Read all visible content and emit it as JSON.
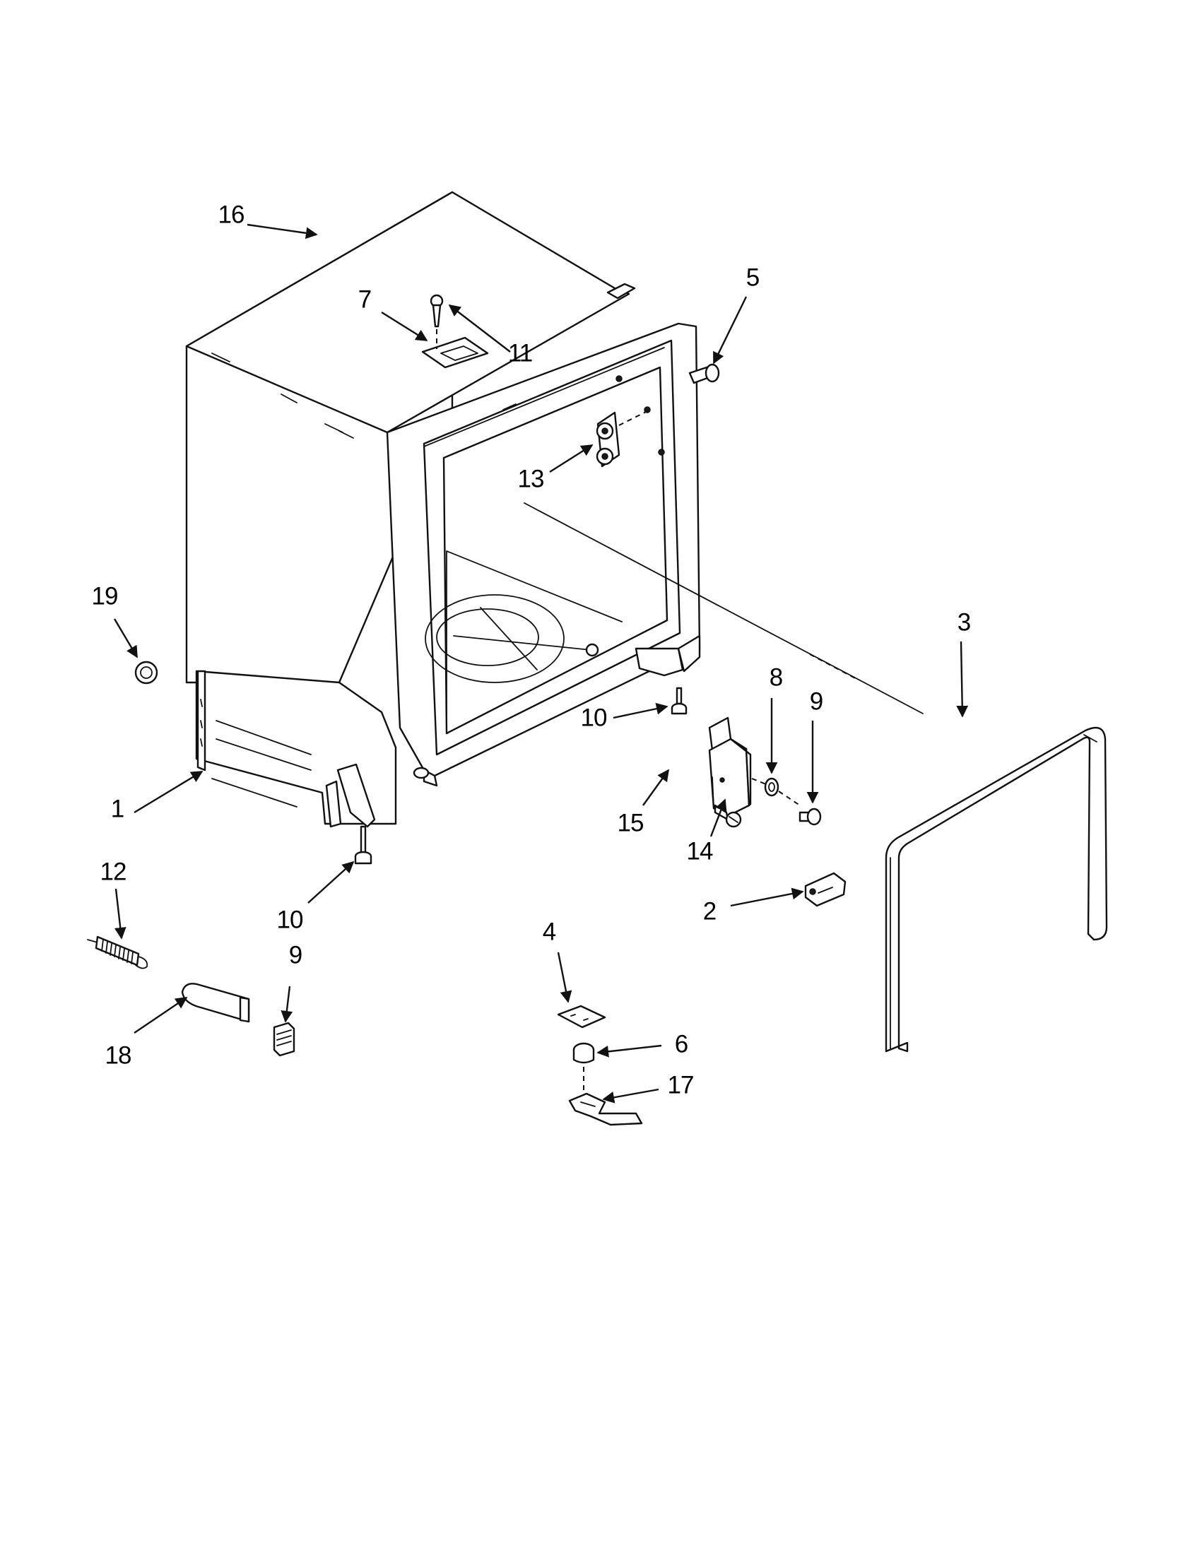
{
  "callouts": [
    {
      "id": "c16",
      "label": "16"
    },
    {
      "id": "c7",
      "label": "7"
    },
    {
      "id": "c11",
      "label": "11"
    },
    {
      "id": "c5",
      "label": "5"
    },
    {
      "id": "c13",
      "label": "13"
    },
    {
      "id": "c19",
      "label": "19"
    },
    {
      "id": "c3",
      "label": "3"
    },
    {
      "id": "c8",
      "label": "8"
    },
    {
      "id": "c9a",
      "label": "9"
    },
    {
      "id": "c10a",
      "label": "10"
    },
    {
      "id": "c1",
      "label": "1"
    },
    {
      "id": "c15",
      "label": "15"
    },
    {
      "id": "c14",
      "label": "14"
    },
    {
      "id": "c12",
      "label": "12"
    },
    {
      "id": "c10b",
      "label": "10"
    },
    {
      "id": "c2",
      "label": "2"
    },
    {
      "id": "c9b",
      "label": "9"
    },
    {
      "id": "c4",
      "label": "4"
    },
    {
      "id": "c18",
      "label": "18"
    },
    {
      "id": "c6",
      "label": "6"
    },
    {
      "id": "c17",
      "label": "17"
    }
  ]
}
